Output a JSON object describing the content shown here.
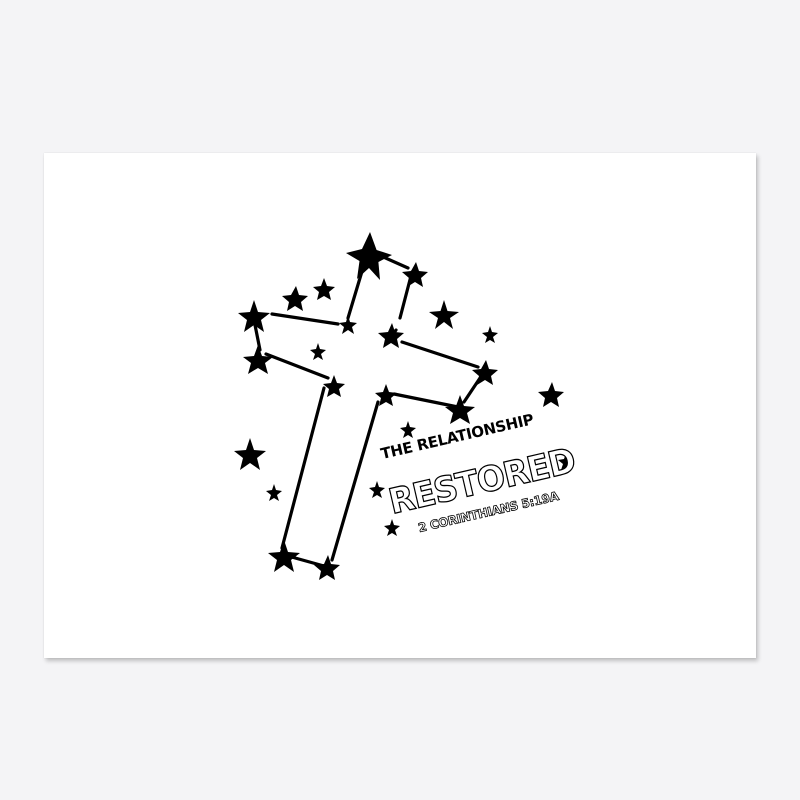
{
  "design": {
    "headline": "THE RELATIONSHIP",
    "emphasis": "RESTORED",
    "reference": "2 CORINTHIANS 5:19A"
  },
  "colors": {
    "background": "#f4f4f6",
    "card": "#ffffff",
    "ink": "#000000"
  },
  "icons": {
    "cross": "cross-constellation-icon",
    "star": "star-icon"
  }
}
